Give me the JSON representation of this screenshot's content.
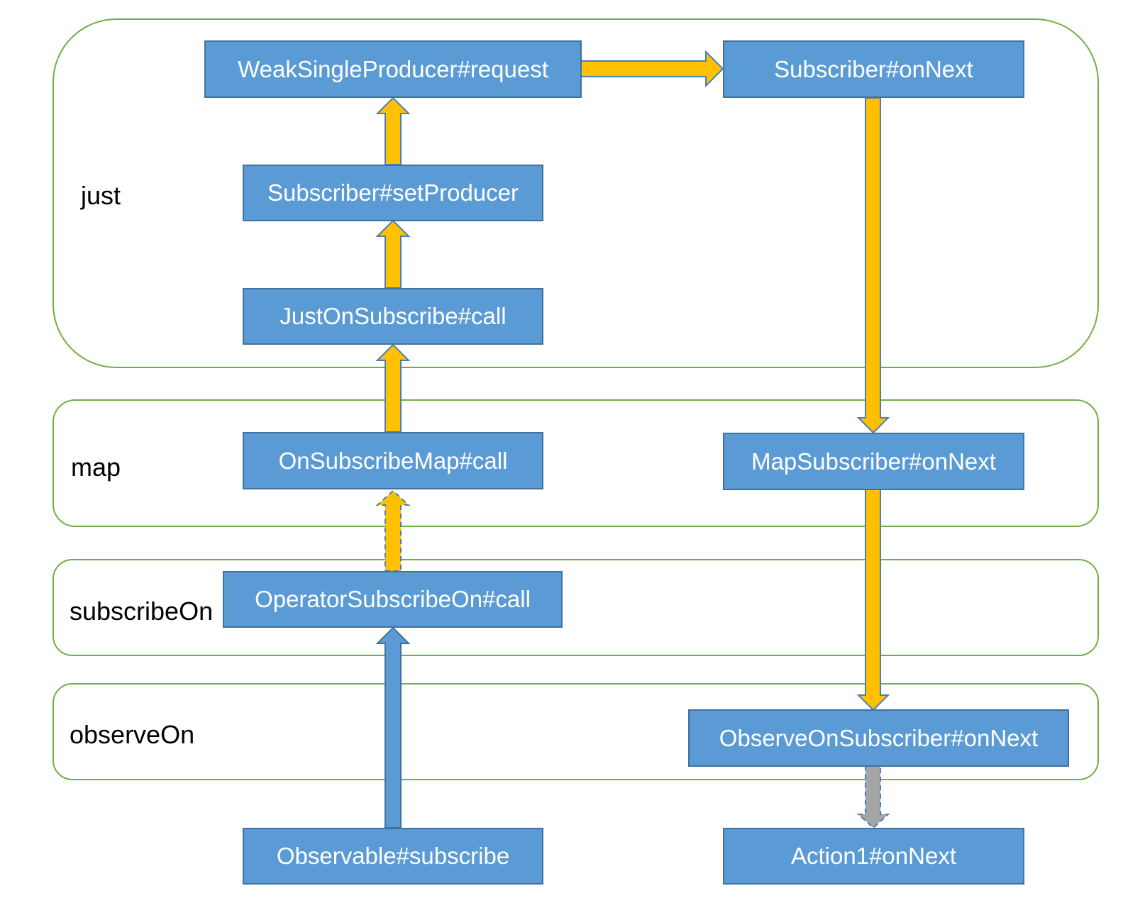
{
  "colors": {
    "group_border": "#70ad47",
    "node_fill": "#5b9bd5",
    "node_border": "#41719c",
    "arrow_primary": "#ffc000",
    "arrow_primary_border": "#4a7ebb",
    "arrow_subscribe": "#5b9bd5",
    "arrow_final": "#a5a5a5",
    "text_node": "#ffffff",
    "text_label": "#000000"
  },
  "groups": [
    {
      "id": "just",
      "label": "just"
    },
    {
      "id": "map",
      "label": "map"
    },
    {
      "id": "subscribeOn",
      "label": "subscribeOn"
    },
    {
      "id": "observeOn",
      "label": "observeOn"
    }
  ],
  "nodes": {
    "weak_single_producer_request": "WeakSingleProducer#request",
    "subscriber_on_next": "Subscriber#onNext",
    "subscriber_set_producer": "Subscriber#setProducer",
    "just_on_subscribe_call": "JustOnSubscribe#call",
    "on_subscribe_map_call": "OnSubscribeMap#call",
    "map_subscriber_on_next": "MapSubscriber#onNext",
    "operator_subscribe_on_call": "OperatorSubscribeOn#call",
    "observe_on_subscriber_on_next": "ObserveOnSubscriber#onNext",
    "observable_subscribe": "Observable#subscribe",
    "action1_on_next": "Action1#onNext"
  },
  "edges": [
    {
      "from": "observable_subscribe",
      "to": "operator_subscribe_on_call",
      "style": "solid",
      "color": "subscribe"
    },
    {
      "from": "operator_subscribe_on_call",
      "to": "on_subscribe_map_call",
      "style": "dashed",
      "color": "primary"
    },
    {
      "from": "on_subscribe_map_call",
      "to": "just_on_subscribe_call",
      "style": "solid",
      "color": "primary"
    },
    {
      "from": "just_on_subscribe_call",
      "to": "subscriber_set_producer",
      "style": "solid",
      "color": "primary"
    },
    {
      "from": "subscriber_set_producer",
      "to": "weak_single_producer_request",
      "style": "solid",
      "color": "primary"
    },
    {
      "from": "weak_single_producer_request",
      "to": "subscriber_on_next",
      "style": "solid",
      "color": "primary"
    },
    {
      "from": "subscriber_on_next",
      "to": "map_subscriber_on_next",
      "style": "solid",
      "color": "primary"
    },
    {
      "from": "map_subscriber_on_next",
      "to": "observe_on_subscriber_on_next",
      "style": "solid",
      "color": "primary"
    },
    {
      "from": "observe_on_subscriber_on_next",
      "to": "action1_on_next",
      "style": "dashed",
      "color": "final"
    }
  ]
}
